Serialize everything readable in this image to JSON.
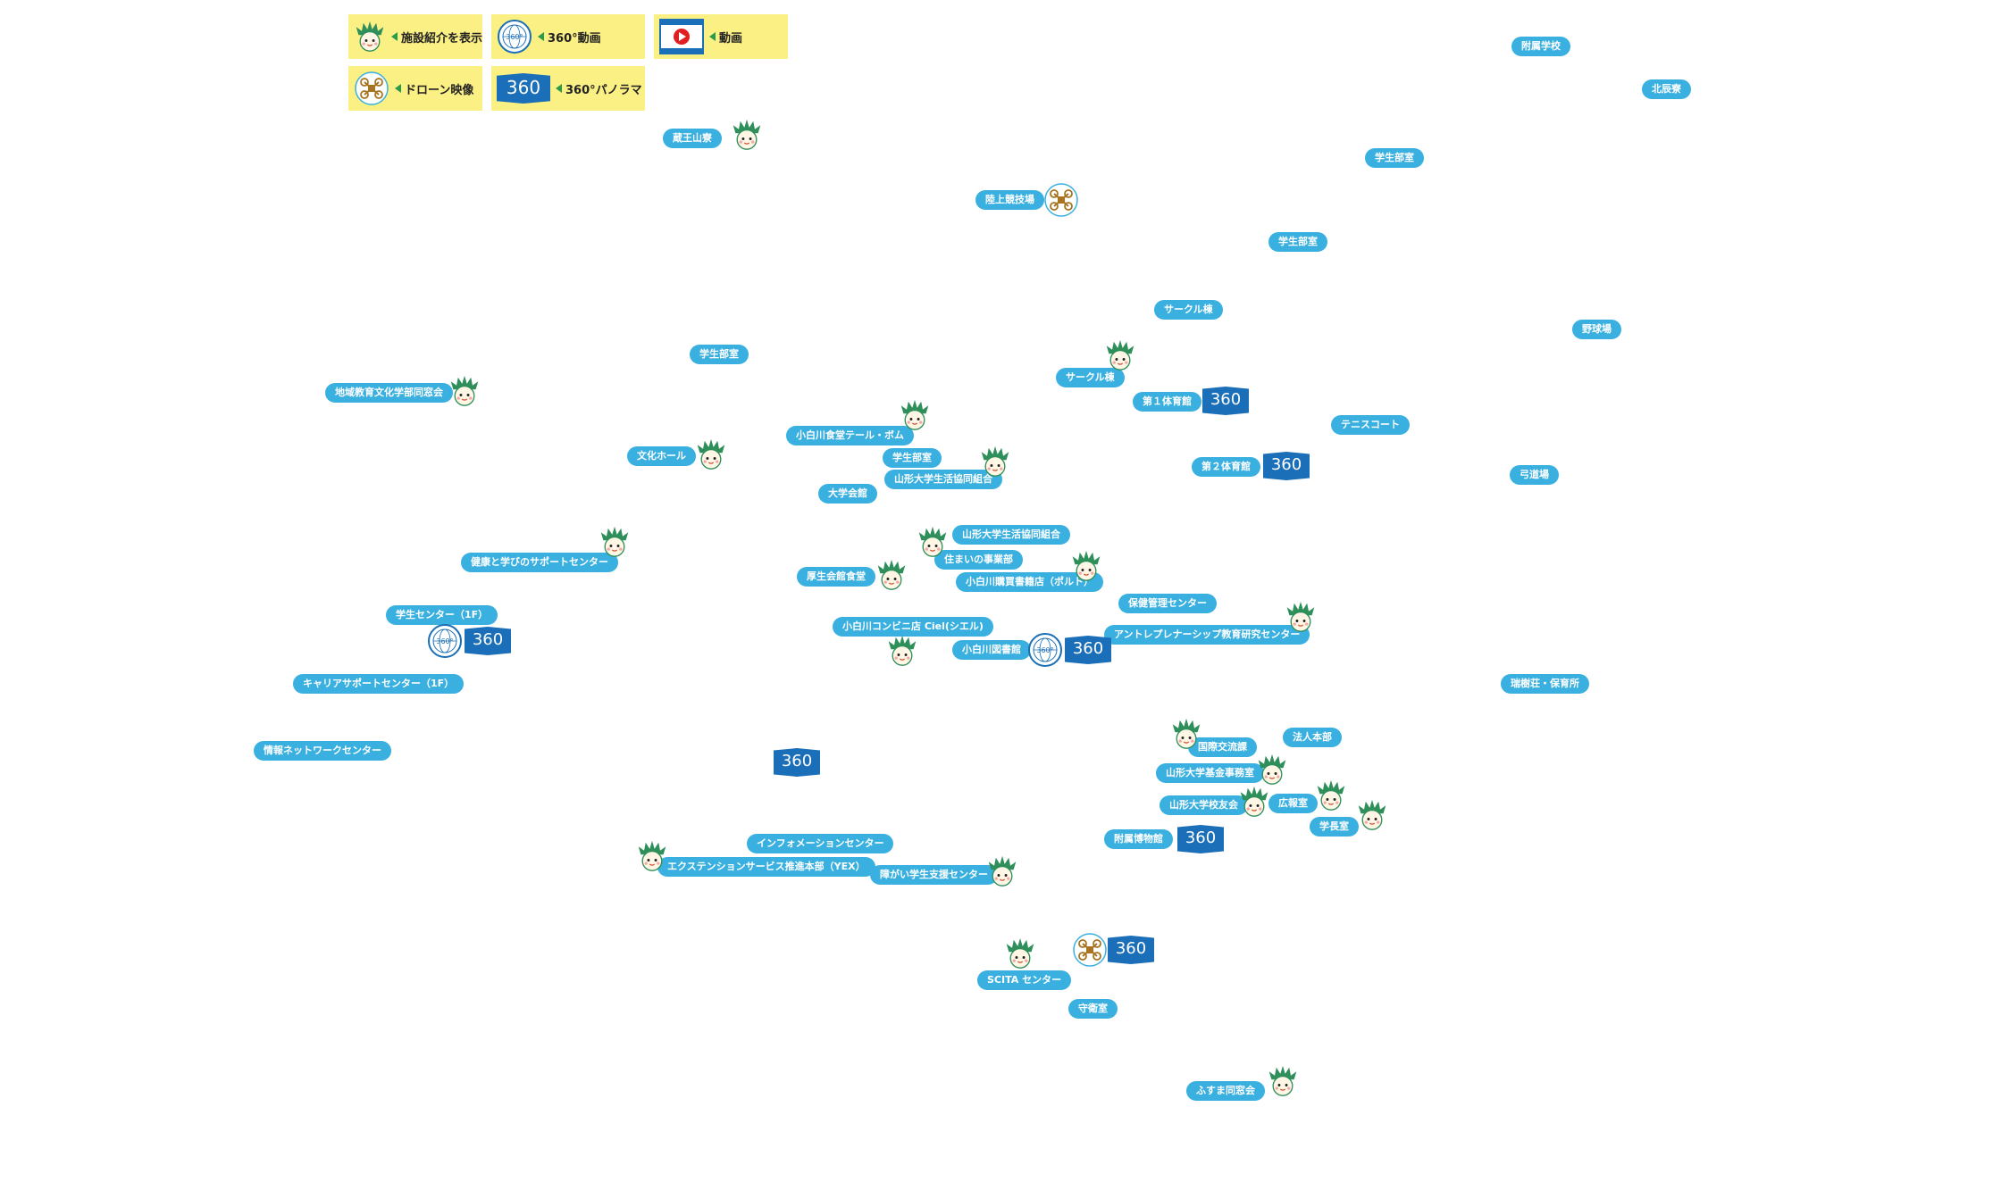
{
  "legend": {
    "facility": "施設紹介を表示",
    "video360": "360°動画",
    "video": "動画",
    "drone": "ドローン映像",
    "panorama": "360°パノラマ",
    "badge360": "360"
  },
  "labels": {
    "fuzoku_gakko": "附属学校",
    "hokushinryo": "北辰寮",
    "zaoryo": "蔵王山寮",
    "gakusei_buhitsu1": "学生部室",
    "rikujo": "陸上競技場",
    "gakusei_buhitsu2": "学生部室",
    "circle1": "サークル棟",
    "yakyujo": "野球場",
    "gakusei_buhitsu3": "学生部室",
    "circle2": "サークル棟",
    "chiiki": "地域教育文化学部同窓会",
    "dai1": "第１体育館",
    "tennis": "テニスコート",
    "shokudo_terre": "小白川食堂テール・ボム",
    "bunka_hall": "文化ホール",
    "gakusei_buhitsu4": "学生部室",
    "dai2": "第２体育館",
    "seikyo1": "山形大学生活協同組合",
    "kyudojo": "弓道場",
    "daigaku_kaikan": "大学会館",
    "seikyo2": "山形大学生活協同組合",
    "sumai": "住まいの事業部",
    "kenko": "健康と学びのサポートセンター",
    "kosei_shokudo": "厚生会館食堂",
    "porte": "小白川購買書籍店（ポルト）",
    "hoken": "保健管理センター",
    "gakusei_center": "学生センター（1F）",
    "ciel": "小白川コンビニ店 Ciel(シエル)",
    "entrepreneur": "アントレプレナーシップ教育研究センター",
    "toshokan": "小白川図書館",
    "zuijuso": "瑞樹荘・保育所",
    "career": "キャリアサポートセンター（1F）",
    "johonet": "情報ネットワークセンター",
    "kokusai": "国際交流課",
    "hojin": "法人本部",
    "kikin": "山形大学基金事務室",
    "koyukai": "山形大学校友会",
    "koho": "広報室",
    "gakucho": "学長室",
    "hakubutsukan": "附属博物館",
    "information": "インフォメーションセンター",
    "yex": "エクステンションサービス推進本部（YEX）",
    "shogai": "障がい学生支援センター",
    "scita": "SCITA センター",
    "shueishitsu": "守衛室",
    "fusuma": "ふすま同窓会"
  },
  "badges": {
    "b1": "360",
    "b2": "360",
    "b3": "360",
    "b4": "360",
    "b5": "360",
    "b6": "360",
    "b7": "360",
    "b8": "360"
  },
  "colors": {
    "legend_bg": "#fbf084",
    "pill_bg": "#3ab0e0",
    "badge_bg": "#1a6fb8",
    "mascot_green": "#2f8f5a",
    "drone_brown": "#a8731e"
  },
  "icons": [
    "mascot-icon",
    "globe-360-icon",
    "video-play-icon",
    "drone-icon"
  ]
}
